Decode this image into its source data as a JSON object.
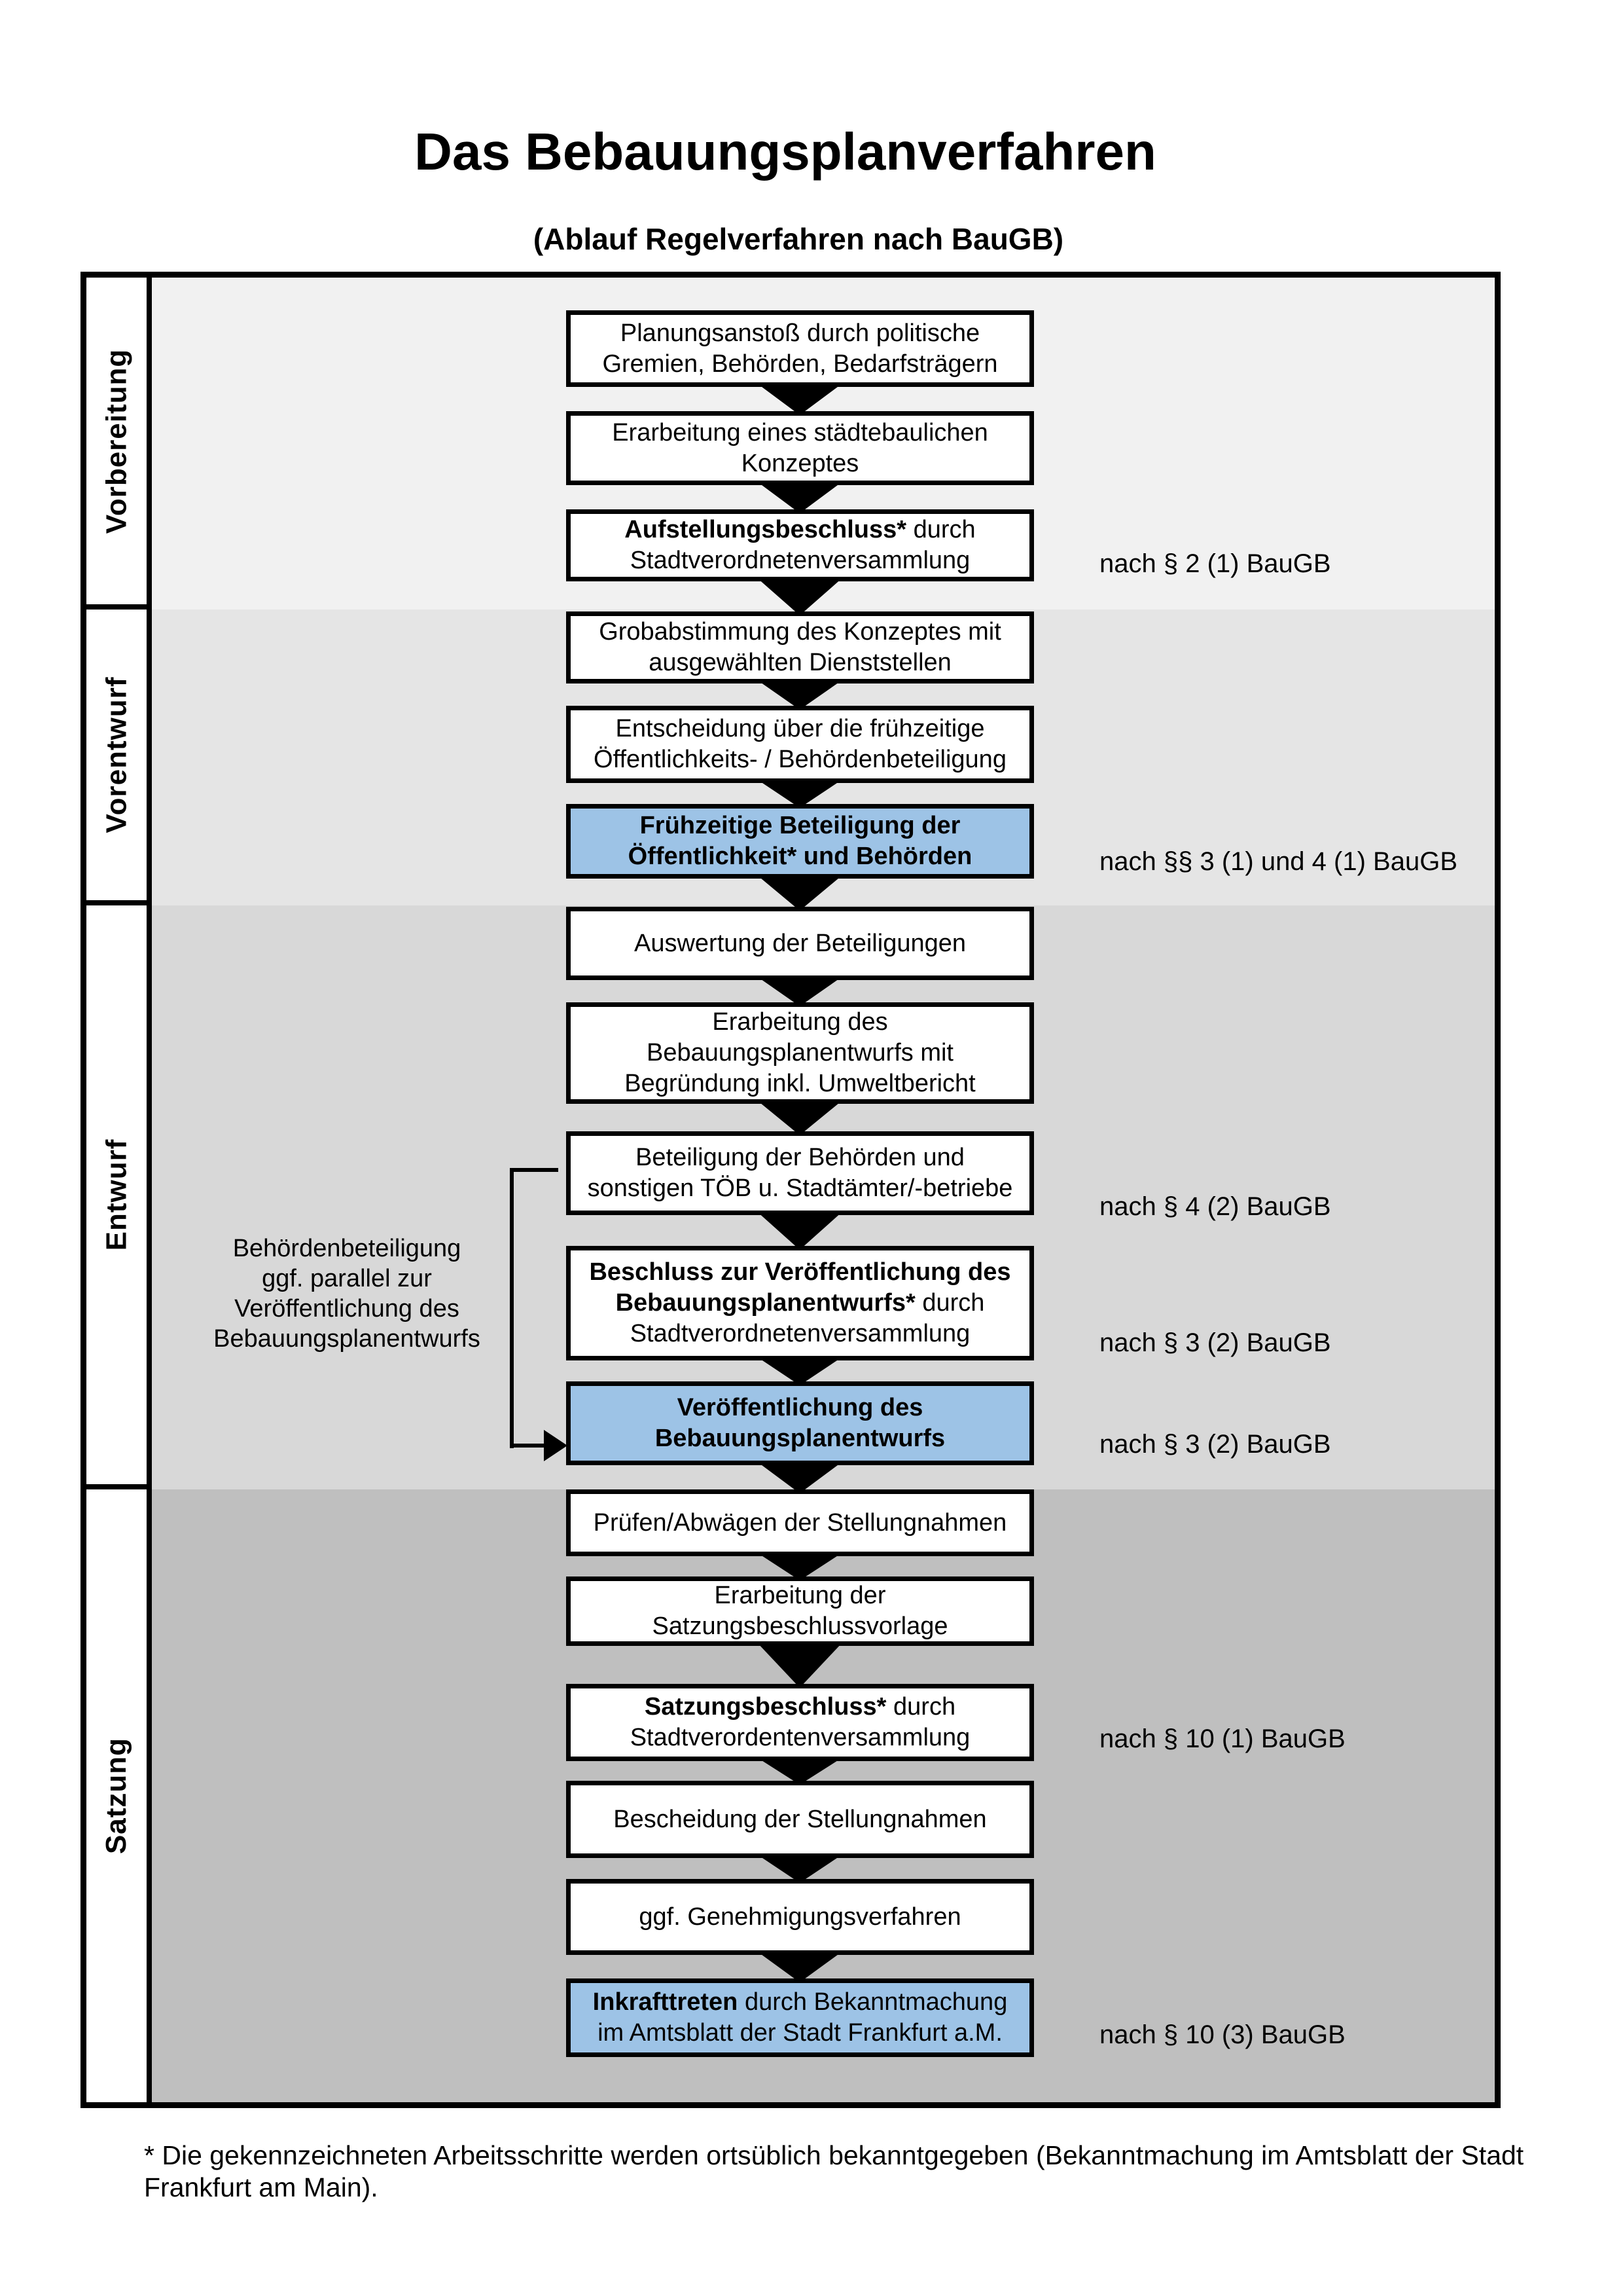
{
  "title": "Das Bebauungsplanverfahren",
  "subtitle": "(Ablauf Regelverfahren nach BauGB)",
  "colors": {
    "highlight_blue": "#9dc3e6",
    "box_white": "#ffffff",
    "border_black": "#000000",
    "phase_backgrounds": [
      "#f1f1f1",
      "#e5e5e5",
      "#d8d8d8",
      "#bfbfbf"
    ]
  },
  "phase_labels": [
    "Vorbereitung",
    "Vorentwurf",
    "Entwurf",
    "Satzung"
  ],
  "boxes": [
    {
      "highlight": false,
      "ref": null,
      "lines": [
        [
          {
            "t": "Planungsanstoß durch politische"
          }
        ],
        [
          {
            "t": "Gremien, Behörden, Bedarfsträgern"
          }
        ]
      ]
    },
    {
      "highlight": false,
      "ref": null,
      "lines": [
        [
          {
            "t": "Erarbeitung eines städtebaulichen"
          }
        ],
        [
          {
            "t": "Konzeptes"
          }
        ]
      ]
    },
    {
      "highlight": false,
      "ref": "nach § 2 (1) BauGB",
      "lines": [
        [
          {
            "t": "Aufstellungsbeschluss*",
            "b": true
          },
          {
            "t": " durch"
          }
        ],
        [
          {
            "t": "Stadtverordnetenversammlung"
          }
        ]
      ]
    },
    {
      "highlight": false,
      "ref": null,
      "lines": [
        [
          {
            "t": "Grobabstimmung des Konzeptes mit"
          }
        ],
        [
          {
            "t": "ausgewählten Dienststellen"
          }
        ]
      ]
    },
    {
      "highlight": false,
      "ref": null,
      "lines": [
        [
          {
            "t": "Entscheidung über die frühzeitige"
          }
        ],
        [
          {
            "t": "Öffentlichkeits- / Behördenbeteiligung"
          }
        ]
      ]
    },
    {
      "highlight": true,
      "ref": "nach §§ 3 (1) und 4 (1) BauGB",
      "lines": [
        [
          {
            "t": "Frühzeitige Beteiligung der",
            "b": true
          }
        ],
        [
          {
            "t": "Öffentlichkeit* und Behörden",
            "b": true
          }
        ]
      ]
    },
    {
      "highlight": false,
      "ref": null,
      "lines": [
        [
          {
            "t": "Auswertung der Beteiligungen"
          }
        ]
      ]
    },
    {
      "highlight": false,
      "ref": null,
      "lines": [
        [
          {
            "t": "Erarbeitung des"
          }
        ],
        [
          {
            "t": "Bebauungsplanentwurfs mit"
          }
        ],
        [
          {
            "t": "Begründung inkl. Umweltbericht"
          }
        ]
      ]
    },
    {
      "highlight": false,
      "ref": "nach § 4 (2) BauGB",
      "lines": [
        [
          {
            "t": "Beteiligung der Behörden und"
          }
        ],
        [
          {
            "t": "sonstigen TÖB u. Stadtämter/-betriebe"
          }
        ]
      ]
    },
    {
      "highlight": false,
      "ref": "nach § 3 (2) BauGB",
      "lines": [
        [
          {
            "t": "Beschluss zur Veröffentlichung des",
            "b": true
          }
        ],
        [
          {
            "t": "Bebauungsplanentwurfs*",
            "b": true
          },
          {
            "t": " durch"
          }
        ],
        [
          {
            "t": "Stadtverordnetenversammlung"
          }
        ]
      ]
    },
    {
      "highlight": true,
      "ref": "nach § 3 (2) BauGB",
      "lines": [
        [
          {
            "t": "Veröffentlichung des",
            "b": true
          }
        ],
        [
          {
            "t": "Bebauungsplanentwurfs",
            "b": true
          }
        ]
      ]
    },
    {
      "highlight": false,
      "ref": null,
      "lines": [
        [
          {
            "t": "Prüfen/Abwägen der Stellungnahmen"
          }
        ]
      ]
    },
    {
      "highlight": false,
      "ref": null,
      "lines": [
        [
          {
            "t": "Erarbeitung der"
          }
        ],
        [
          {
            "t": "Satzungsbeschlussvorlage"
          }
        ]
      ]
    },
    {
      "highlight": false,
      "ref": "nach § 10 (1) BauGB",
      "lines": [
        [
          {
            "t": "Satzungsbeschluss*",
            "b": true
          },
          {
            "t": " durch"
          }
        ],
        [
          {
            "t": "Stadtverordentenversammlung"
          }
        ]
      ]
    },
    {
      "highlight": false,
      "ref": null,
      "lines": [
        [
          {
            "t": "Bescheidung der Stellungnahmen"
          }
        ]
      ]
    },
    {
      "highlight": false,
      "ref": null,
      "lines": [
        [
          {
            "t": "ggf. Genehmigungsverfahren"
          }
        ]
      ]
    },
    {
      "highlight": true,
      "ref": "nach § 10 (3) BauGB",
      "lines": [
        [
          {
            "t": "Inkrafttreten",
            "b": true
          },
          {
            "t": " durch Bekanntmachung"
          }
        ],
        [
          {
            "t": "im Amtsblatt der Stadt Frankfurt a.M."
          }
        ]
      ]
    }
  ],
  "annotation": "Behördenbeteiligung\nggf. parallel zur\nVeröffentlichung des\nBebauungsplanentwurfs",
  "footnote": "* Die gekennzeichneten Arbeitsschritte werden ortsüblich bekanntgegeben (Bekanntmachung im Amtsblatt  der Stadt\nFrankfurt am Main)."
}
